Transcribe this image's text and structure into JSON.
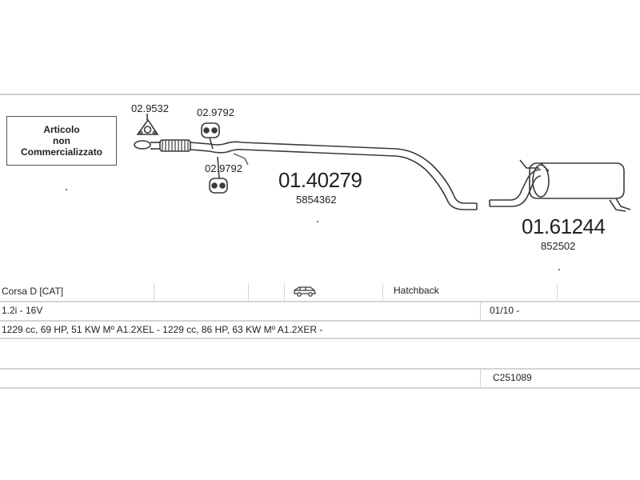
{
  "notice": {
    "line1": "Articolo",
    "line2": "non",
    "line3": "Commercializzato"
  },
  "parts": {
    "gasket_triangle": {
      "code": "02.9532"
    },
    "hanger_top": {
      "code": "02.9792"
    },
    "hanger_bottom": {
      "code": "02.9792"
    },
    "middle_pipe": {
      "code": "01.40279",
      "oem": "5854362"
    },
    "rear_silencer": {
      "code": "01.61244",
      "oem": "852502"
    }
  },
  "vehicle": {
    "model": "Corsa D  [CAT]",
    "body_icon": "car-wagon-icon",
    "body_type": "Hatchback",
    "engine": "1.2i - 16V",
    "date_from": "01/10 -",
    "engine_details": "1229 cc, 69 HP, 51 KW Mº A1.2XEL - 1229 cc, 86 HP, 63 KW Mº A1.2XER -",
    "empty_row": "",
    "catalog_code": "C251089"
  },
  "colors": {
    "line": "#3a3a3a",
    "grid": "#d4d4d4"
  }
}
